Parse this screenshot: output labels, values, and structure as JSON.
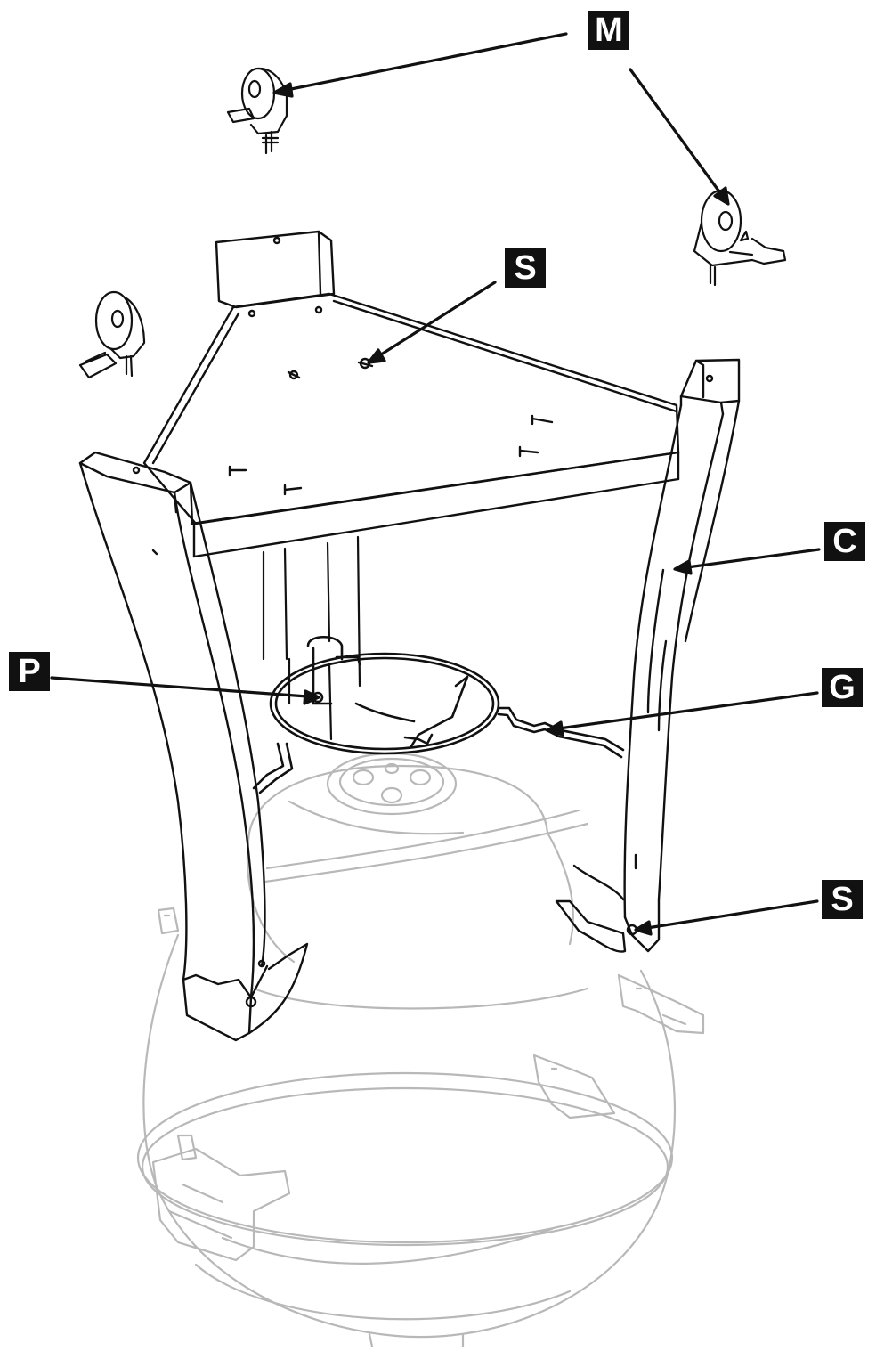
{
  "callouts": {
    "caster_wheel": "M",
    "screw_top": "S",
    "cart_leg": "C",
    "pin_bolt": "P",
    "grate_ring": "G",
    "screw_leg": "S"
  },
  "colors": {
    "line": "#111111",
    "faint_line": "#b8b8b8",
    "label_bg": "#111111",
    "label_text": "#ffffff"
  },
  "icons": [
    "caster-wheel-icon",
    "screw-icon",
    "arrow-icon"
  ]
}
